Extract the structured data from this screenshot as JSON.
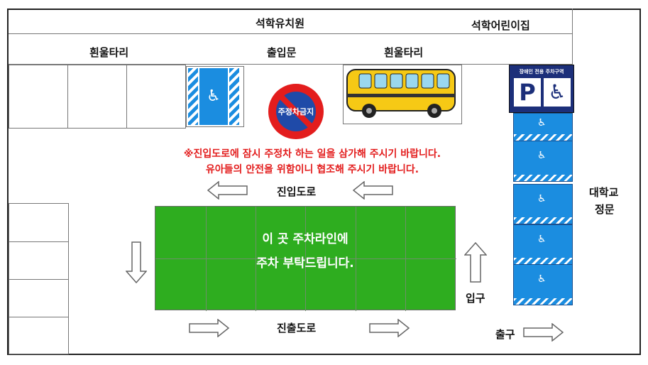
{
  "top_road": {
    "kindergarten": "석학유치원",
    "daycare": "석학어린이집"
  },
  "fence": {
    "left": "흰울타리",
    "gate": "출입문",
    "right": "흰울타리"
  },
  "no_parking_sign": "주정차금지",
  "accessible_sign": {
    "caption": "장애인 전용 주차구역",
    "letter": "P"
  },
  "notice": {
    "line1": "※진입도로에 잠시 주정차 하는 일을 삼가해 주시기 바랍니다.",
    "line2": "유아들의 안전을 위함이니 협조해 주시기 바랍니다."
  },
  "entry_road": "진입도로",
  "exit_road": "진출도로",
  "green_area": {
    "line1": "이 곳 주차라인에",
    "line2": "주차 부탁드립니다."
  },
  "entrance": "입구",
  "exit": "출구",
  "university_gate": {
    "line1": "대학교",
    "line2": "정문"
  },
  "colors": {
    "notice_red": "#e31d1d",
    "parking_green": "#2ead1f",
    "accessible_blue": "#1b8de0",
    "bus_yellow": "#f6c915",
    "sign_navy": "#1c2f7a"
  }
}
